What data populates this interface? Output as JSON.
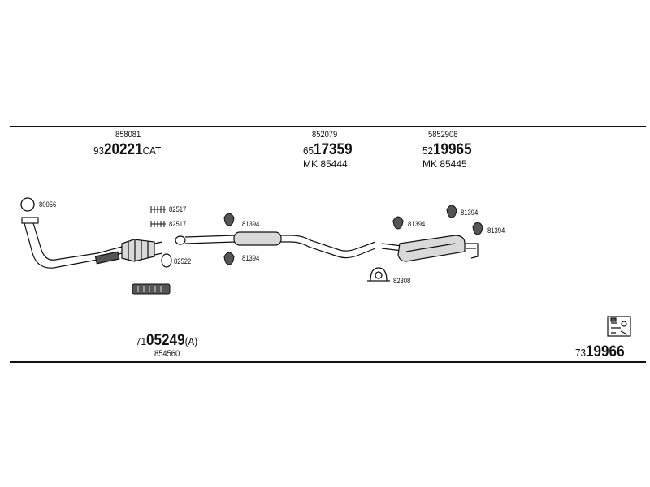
{
  "groups": {
    "front": {
      "ref": "858081",
      "code_prefix": "93",
      "code_bold": "20221",
      "code_suffix": "CAT"
    },
    "middle": {
      "ref": "852079",
      "code_prefix": "65",
      "code_bold": "17359",
      "mk": "MK 85444"
    },
    "rear": {
      "ref": "5852908",
      "code_prefix": "52",
      "code_bold": "19965",
      "mk": "MK 85445"
    },
    "kit": {
      "code_prefix": "71",
      "code_bold": "05249",
      "code_suffix": "(A)",
      "ref": "854560"
    },
    "total": {
      "code_prefix": "73",
      "code_bold": "19966"
    }
  },
  "parts": {
    "p80056": "80056",
    "p82517a": "82517",
    "p82517b": "82517",
    "p82522": "82522",
    "p81394a": "81394",
    "p81394b": "81394",
    "p81394c": "81394",
    "p81394d": "81394",
    "p81394e": "81394",
    "p82308": "82308"
  },
  "colors": {
    "line": "#111111",
    "part_fill": "#d9d9d9",
    "part_dark": "#555555"
  },
  "icons": {
    "service_box": "toolkit-icon"
  }
}
